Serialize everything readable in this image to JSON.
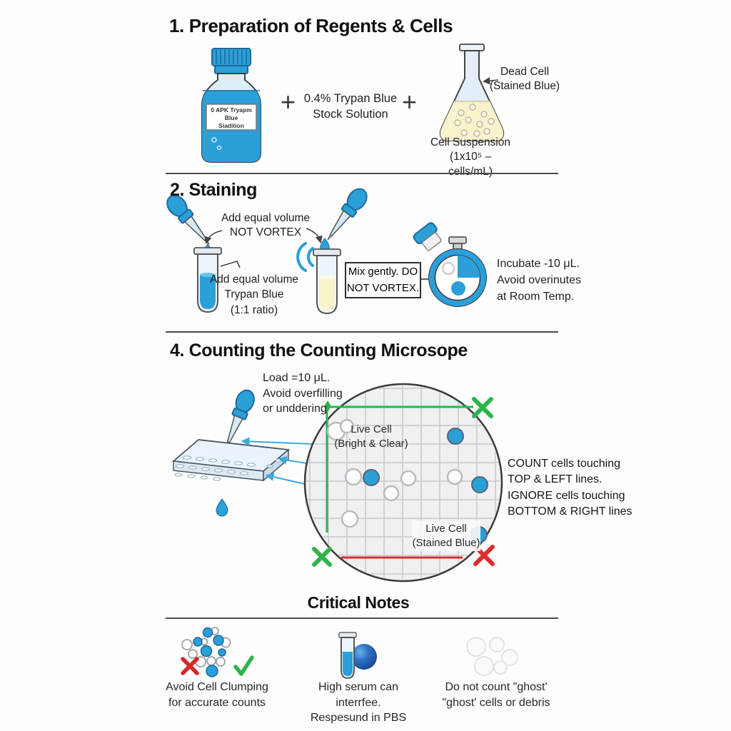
{
  "colors": {
    "blue": "#2b9fd8",
    "light_blue": "#dceefa",
    "pale_yellow": "#f8f2cd",
    "green": "#2db34a",
    "red": "#dd2c2c",
    "grid_gray": "#c6c8cc"
  },
  "section1": {
    "title": "1. Preparation of Regents & Cells",
    "bottle_label": [
      "0 APK Tryapm Blue",
      "Siadition"
    ],
    "plus_left": "+",
    "plus_right": "+",
    "stock_text": [
      "0.4% Trypan Blue",
      "Stock Solution"
    ],
    "flask_callout": [
      "Dead Cell",
      "(Stained Blue)"
    ],
    "flask_caption": [
      "Cell Suspension",
      "(1x10⁵ – cells/mL)"
    ]
  },
  "section2": {
    "title": "2. Staining",
    "note_top": [
      "Add equal volume",
      "NOT VORTEX"
    ],
    "tube1_label": [
      "Add equal volume",
      "Trypan Blue",
      "(1:1 ratio)"
    ],
    "mix_box": [
      "Mix gently. DO",
      "NOT VORTEX."
    ],
    "incubate_text": [
      "Incubate -10 μL.",
      "Avoid overinutes",
      "at Room Temp."
    ]
  },
  "section4": {
    "title": "4. Counting the Counting Microsope",
    "load_text": [
      "Load =10 μL.",
      "Avoid overfilling",
      "or unddering"
    ],
    "live_cell_label": [
      "Live Cell",
      "(Bright & Clear)"
    ],
    "stained_cell_label": [
      "Live Cell",
      "(Stained Blue)"
    ],
    "count_rules": [
      "COUNT cells touching",
      "TOP & LEFT lines.",
      "IGNORE cells touching",
      "BOTTOM & RIGHT lines"
    ]
  },
  "notes": {
    "title": "Critical Notes",
    "note1": [
      "Avoid Cell Clumping",
      "for accurate counts"
    ],
    "note2": [
      "High serum can interrfee.",
      "Respesund in PBS"
    ],
    "note3": [
      "Do not count \"ghost'",
      "\"ghost' cells or debris"
    ]
  }
}
